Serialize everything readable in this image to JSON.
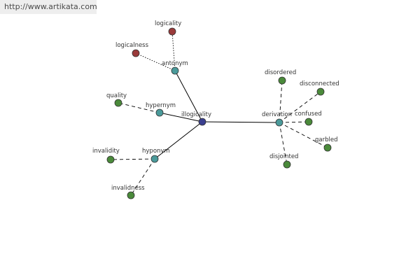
{
  "watermark": "http://www.artikata.com",
  "colors": {
    "root": "#3a3f8f",
    "relation": "#4a9a9a",
    "antonym_leaf": "#9a3a3a",
    "leaf": "#4a8a3a",
    "edge": "#000000"
  },
  "nodes": [
    {
      "id": "illogicality",
      "label": "illogicality",
      "kind": "root"
    },
    {
      "id": "antonym",
      "label": "antonym",
      "kind": "relation"
    },
    {
      "id": "hypernym",
      "label": "hypernym",
      "kind": "relation"
    },
    {
      "id": "hyponym",
      "label": "hyponym",
      "kind": "relation"
    },
    {
      "id": "derivation",
      "label": "derivation",
      "kind": "relation"
    },
    {
      "id": "logicality",
      "label": "logicality",
      "kind": "antonym_leaf"
    },
    {
      "id": "logicalness",
      "label": "logicalness",
      "kind": "antonym_leaf"
    },
    {
      "id": "quality",
      "label": "quality",
      "kind": "leaf"
    },
    {
      "id": "invalidity",
      "label": "invalidity",
      "kind": "leaf"
    },
    {
      "id": "invalidness",
      "label": "invalidness",
      "kind": "leaf"
    },
    {
      "id": "disordered",
      "label": "disordered",
      "kind": "leaf"
    },
    {
      "id": "disconnected",
      "label": "disconnected",
      "kind": "leaf"
    },
    {
      "id": "confused",
      "label": "confused",
      "kind": "leaf"
    },
    {
      "id": "garbled",
      "label": "garbled",
      "kind": "leaf"
    },
    {
      "id": "disjointed",
      "label": "disjointed",
      "kind": "leaf"
    }
  ],
  "edges": [
    {
      "from": "illogicality",
      "to": "antonym",
      "style": "solid"
    },
    {
      "from": "illogicality",
      "to": "hypernym",
      "style": "solid"
    },
    {
      "from": "illogicality",
      "to": "hyponym",
      "style": "solid"
    },
    {
      "from": "illogicality",
      "to": "derivation",
      "style": "solid"
    },
    {
      "from": "antonym",
      "to": "logicality",
      "style": "dotted"
    },
    {
      "from": "antonym",
      "to": "logicalness",
      "style": "dotted"
    },
    {
      "from": "hypernym",
      "to": "quality",
      "style": "dashed"
    },
    {
      "from": "hyponym",
      "to": "invalidity",
      "style": "dashed"
    },
    {
      "from": "hyponym",
      "to": "invalidness",
      "style": "dashed"
    },
    {
      "from": "derivation",
      "to": "disordered",
      "style": "dashed"
    },
    {
      "from": "derivation",
      "to": "disconnected",
      "style": "dashed"
    },
    {
      "from": "derivation",
      "to": "confused",
      "style": "dashed"
    },
    {
      "from": "derivation",
      "to": "garbled",
      "style": "dashed"
    },
    {
      "from": "derivation",
      "to": "disjointed",
      "style": "dashed"
    }
  ]
}
